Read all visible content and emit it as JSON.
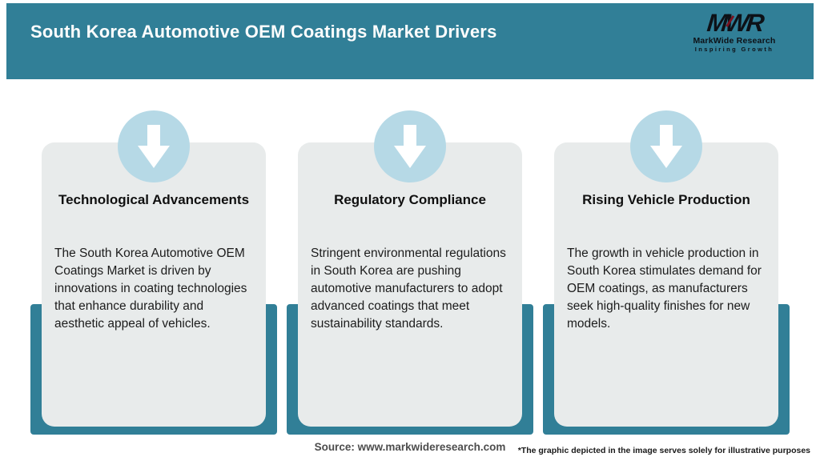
{
  "header": {
    "title": "South Korea Automotive OEM Coatings Market Drivers",
    "logo": {
      "acronym": "MWR",
      "name": "MarkWide Research",
      "tagline": "Inspiring Growth"
    }
  },
  "drivers": [
    {
      "title": "Technological Advancements",
      "description": "The South Korea Automotive OEM Coatings Market is driven by innovations in coating technologies that enhance durability and aesthetic appeal of vehicles."
    },
    {
      "title": "Regulatory Compliance",
      "description": "Stringent environmental regulations in South Korea are pushing automotive manufacturers to adopt advanced coatings that meet sustainability standards."
    },
    {
      "title": "Rising Vehicle Production",
      "description": "The growth in vehicle production in South Korea stimulates demand for OEM coatings, as manufacturers seek high-quality finishes for new models."
    }
  ],
  "footer": {
    "source": "Source: www.markwideresearch.com",
    "disclaimer": "*The graphic depicted in the image serves solely for illustrative purposes"
  },
  "colors": {
    "header_bg": "#317f97",
    "backdrop_teal": "#317f97",
    "card_bg": "#e8ebeb",
    "circle_blue": "#b6d9e6",
    "arrow_white": "#ffffff",
    "title_text": "#fdfdfd",
    "logo_text": "#0d1117",
    "logo_accent": "#7a1220"
  }
}
